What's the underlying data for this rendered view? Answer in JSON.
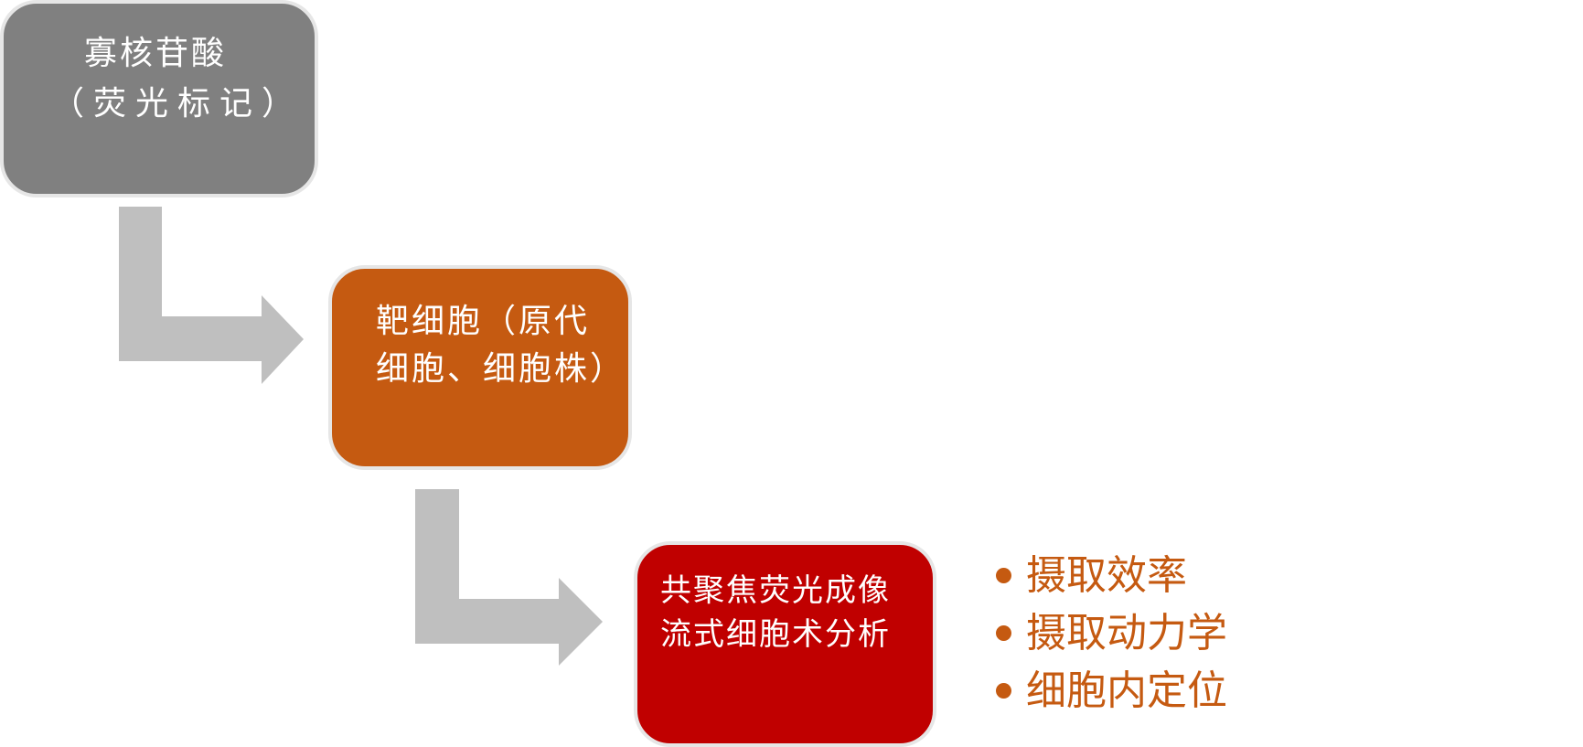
{
  "colors": {
    "box1_fill": "#808080",
    "box2_fill": "#c55a11",
    "box3_fill": "#c00000",
    "arrow_fill": "#bfbfbf",
    "outcome_text": "#c55a11"
  },
  "nodes": [
    {
      "lines": [
        "寡核苷酸",
        "（荧光标记）"
      ]
    },
    {
      "lines": [
        "靶细胞（原代",
        "细胞、细胞株）"
      ]
    },
    {
      "lines": [
        "共聚焦荧光成像",
        "流式细胞术分析"
      ]
    }
  ],
  "outcomes": [
    "摄取效率",
    "摄取动力学",
    "细胞内定位"
  ]
}
